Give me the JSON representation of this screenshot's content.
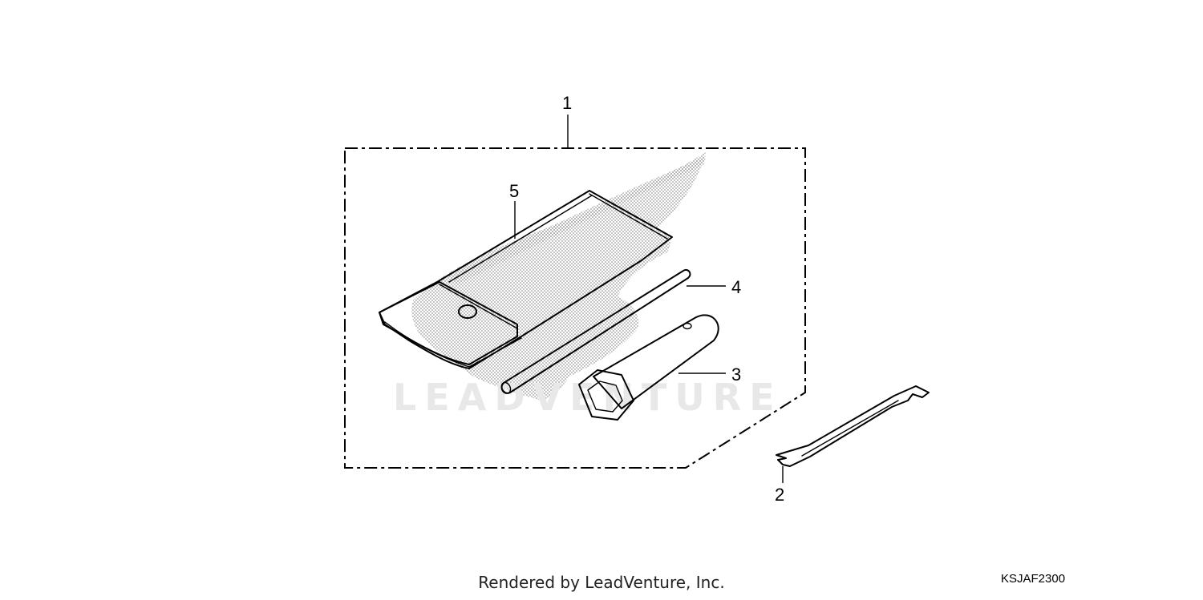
{
  "diagram": {
    "callouts": {
      "kit": "1",
      "spanner": "2",
      "plug_wrench": "3",
      "handle_bar": "4",
      "tool_bag": "5"
    },
    "watermark_text": "LEADVENTURE",
    "diagram_code": "KSJAF2300"
  },
  "footer": {
    "rendered_by": "Rendered by LeadVenture, Inc."
  }
}
